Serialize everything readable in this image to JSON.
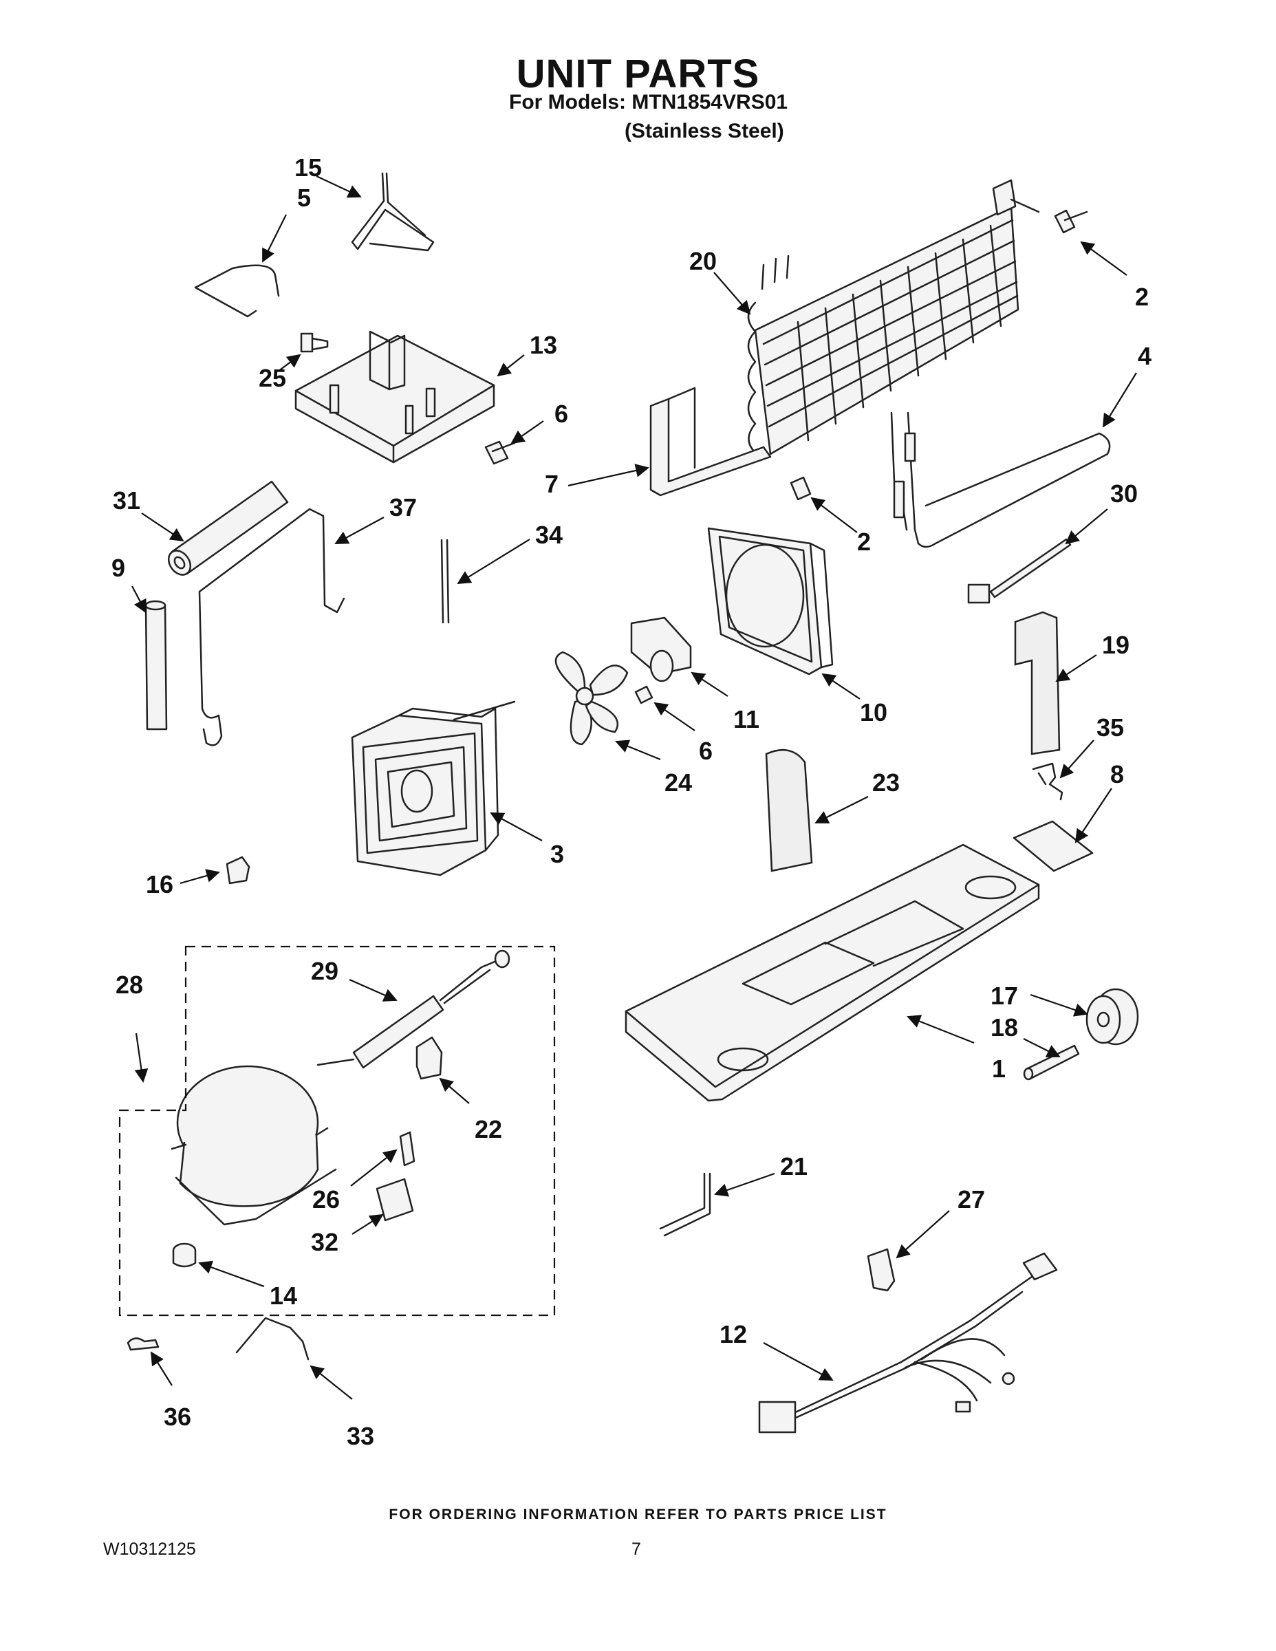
{
  "header": {
    "title": "UNIT PARTS",
    "models_line": "For Models: MTN1854VRS01",
    "finish_line": "(Stainless Steel)"
  },
  "callouts": [
    "15",
    "5",
    "13",
    "25",
    "6",
    "20",
    "2",
    "2",
    "4",
    "7",
    "31",
    "37",
    "34",
    "9",
    "30",
    "19",
    "10",
    "11",
    "6",
    "24",
    "35",
    "8",
    "23",
    "3",
    "16",
    "28",
    "29",
    "17",
    "18",
    "1",
    "22",
    "26",
    "32",
    "14",
    "21",
    "27",
    "12",
    "36",
    "33"
  ],
  "footer": {
    "note": "FOR ORDERING INFORMATION REFER TO PARTS PRICE LIST",
    "doc_id": "W10312125",
    "page_number": "7"
  },
  "colors": {
    "ink": "#111111",
    "background": "#ffffff"
  }
}
